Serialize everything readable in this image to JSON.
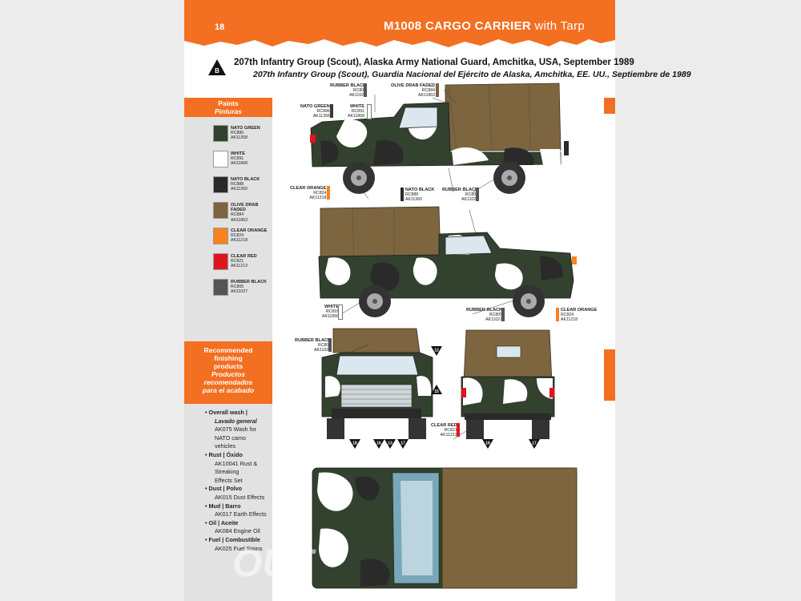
{
  "header": {
    "page_number": "18",
    "title": "M1008 CARGO CARRIER",
    "title_suffix": "with Tarp",
    "accent": "#f36f21"
  },
  "scheme": {
    "marker": "B",
    "title_en": "207th Infantry Group (Scout), Alaska Army National Guard, Amchitka, USA, September 1989",
    "title_es": "207th Infantry Group (Scout), Guardia Nacional del Ejército de Alaska, Amchitka, EE. UU., Septiembre de 1989"
  },
  "paints": {
    "header": "Paints",
    "header_es": "Pinturas",
    "items": [
      {
        "name": "NATO GREEN",
        "code1": "RC886",
        "code2": "AK11358",
        "color": "#33412f"
      },
      {
        "name": "WHITE",
        "code1": "RC891",
        "code2": "AK11868",
        "color": "#ffffff"
      },
      {
        "name": "NATO BLACK",
        "code1": "RC888",
        "code2": "AK11360",
        "color": "#2a2a2a"
      },
      {
        "name": "OLIVE DRAB FADED",
        "code1": "RC884",
        "code2": "AK11863",
        "color": "#7c6440"
      },
      {
        "name": "CLEAR ORANGE",
        "code1": "RC824",
        "code2": "AK11218",
        "color": "#f7821e"
      },
      {
        "name": "CLEAR RED",
        "code1": "RC821",
        "code2": "AK11213",
        "color": "#e0141e"
      },
      {
        "name": "RUBBER BLACK",
        "code1": "RC805",
        "code2": "AK11027",
        "color": "#555555"
      }
    ]
  },
  "finishing": {
    "header_en_1": "Recommended",
    "header_en_2": "finishing",
    "header_en_3": "products",
    "header_es_1": "Productos",
    "header_es_2": "recomendados",
    "header_es_3": "para el acabado",
    "items": [
      {
        "label": "• Overall wash |",
        "label_es": "Lavado general",
        "product_1": "AK075 Wash for NATO camo",
        "product_2": "vehicles"
      },
      {
        "label": "• Rust | Óxido",
        "label_es": "",
        "product_1": "AK10041 Rust & Streaking",
        "product_2": "Effects Set"
      },
      {
        "label": "• Dust | Polvo",
        "label_es": "",
        "product_1": "AK015 Dust Effects",
        "product_2": ""
      },
      {
        "label": "• Mud | Barro",
        "label_es": "",
        "product_1": "AK017 Earth Effects",
        "product_2": ""
      },
      {
        "label": "• Oil | Aceite",
        "label_es": "",
        "product_1": "AK084 Engine Oil",
        "product_2": ""
      },
      {
        "label": "• Fuel | Combustible",
        "label_es": "",
        "product_1": "AK025 Fuel Stains",
        "product_2": ""
      }
    ]
  },
  "callouts": {
    "rubber_black": {
      "name": "RUBBER BLACK",
      "code1": "RC805",
      "code2": "AK11027"
    },
    "olive_drab": {
      "name": "OLIVE DRAB FADED",
      "code1": "RC884",
      "code2": "AK11863"
    },
    "nato_green": {
      "name": "NATO GREEN",
      "code1": "RC886",
      "code2": "AK11358"
    },
    "white": {
      "name": "WHITE",
      "code1": "RC891",
      "code2": "AK11868"
    },
    "clear_orange": {
      "name": "CLEAR ORANGE",
      "code1": "RC824",
      "code2": "AK11218"
    },
    "nato_black": {
      "name": "NATO BLACK",
      "code1": "RC888",
      "code2": "AK11360"
    },
    "clear_red": {
      "name": "CLEAR RED",
      "code1": "RC821",
      "code2": "AK11213"
    }
  },
  "decal_markers": [
    "12",
    "15",
    "18",
    "16",
    "13",
    "17",
    "18",
    "17"
  ],
  "watermark": "OUT"
}
